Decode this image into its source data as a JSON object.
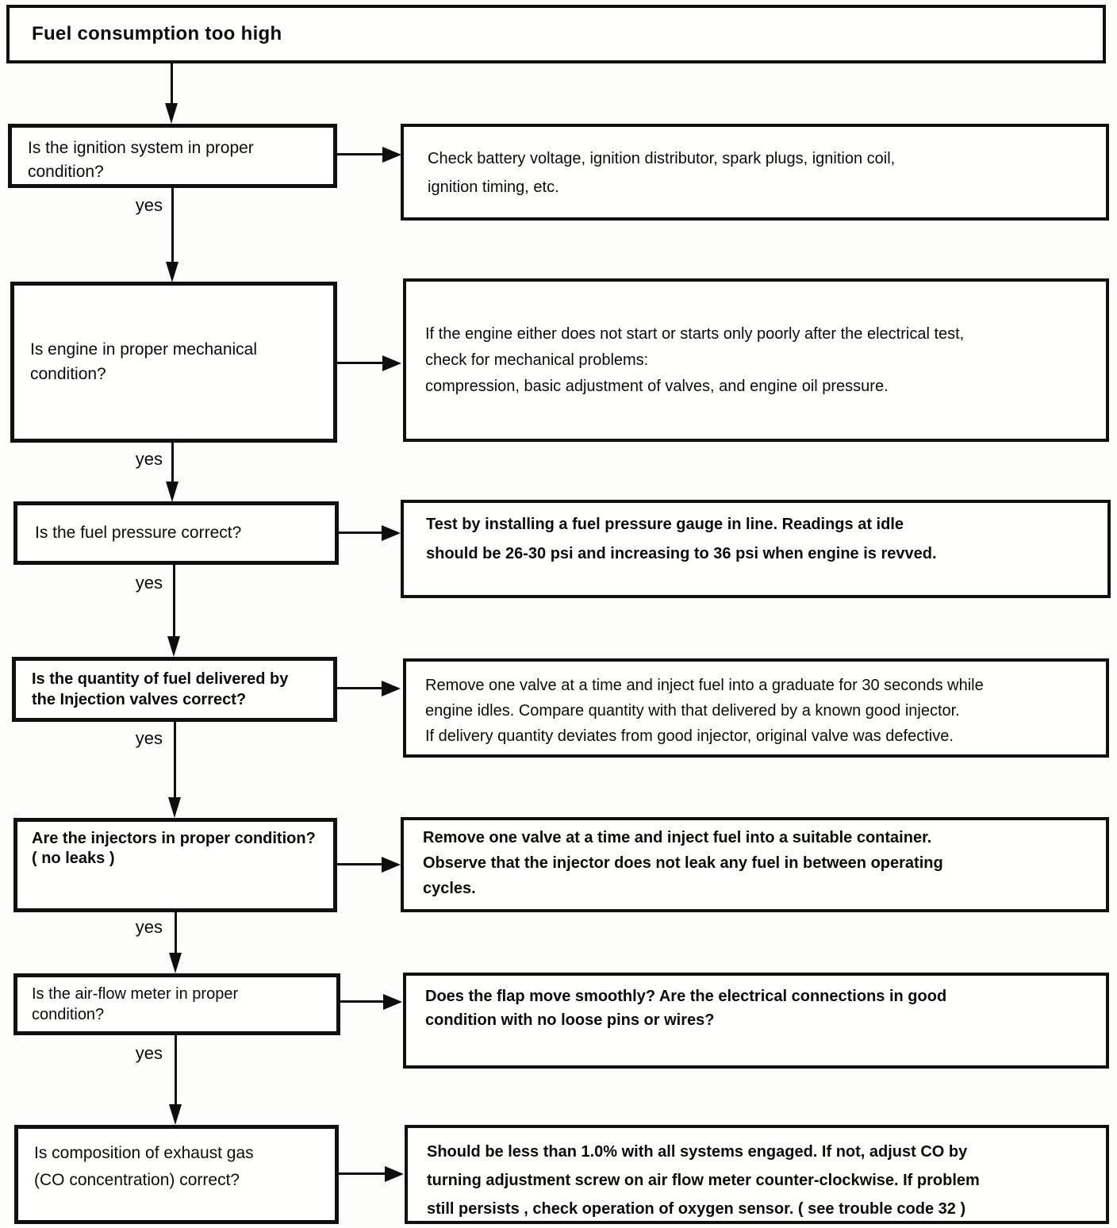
{
  "title": "Fuel consumption too high",
  "connector_label": "yes",
  "steps": [
    {
      "id": "ignition-system",
      "question": "Is the ignition system in proper\ncondition?",
      "answer": "Check battery voltage, ignition distributor, spark plugs, ignition coil,\nignition timing, etc."
    },
    {
      "id": "engine-mechanical",
      "question": "Is engine in proper mechanical\ncondition?",
      "answer": "If the engine either does not start or starts only poorly after the electrical test,\ncheck for mechanical problems:\ncompression, basic adjustment of valves, and engine oil pressure."
    },
    {
      "id": "fuel-pressure",
      "question": "Is the fuel pressure correct?",
      "answer": "Test by installing a fuel pressure gauge in line. Readings at idle\nshould be 26-30 psi and increasing to 36 psi when engine is revved."
    },
    {
      "id": "injection-quantity",
      "question": "Is the quantity of fuel delivered by\nthe Injection valves correct?",
      "answer": "Remove one valve at a time and inject fuel into a graduate for 30 seconds while\nengine idles. Compare quantity with that delivered by a known good injector.\nIf delivery quantity deviates from good injector, original valve was defective."
    },
    {
      "id": "injector-leaks",
      "question": "Are the injectors in proper condition?\n( no leaks )",
      "answer": "Remove one valve at a time and inject fuel into a suitable container.\nObserve that the injector does not leak any fuel in between operating\ncycles."
    },
    {
      "id": "air-flow-meter",
      "question": "Is the air-flow meter in proper\ncondition?",
      "answer": "Does the flap move smoothly? Are the electrical connections in good\ncondition with no loose pins or wires?"
    },
    {
      "id": "exhaust-co",
      "question": "Is composition of exhaust gas\n(CO concentration) correct?",
      "answer": "Should be less than 1.0% with all systems engaged. If not, adjust CO by\nturning adjustment screw on air flow meter counter-clockwise. If problem\nstill persists , check operation of oxygen sensor. ( see trouble code 32 )"
    }
  ]
}
